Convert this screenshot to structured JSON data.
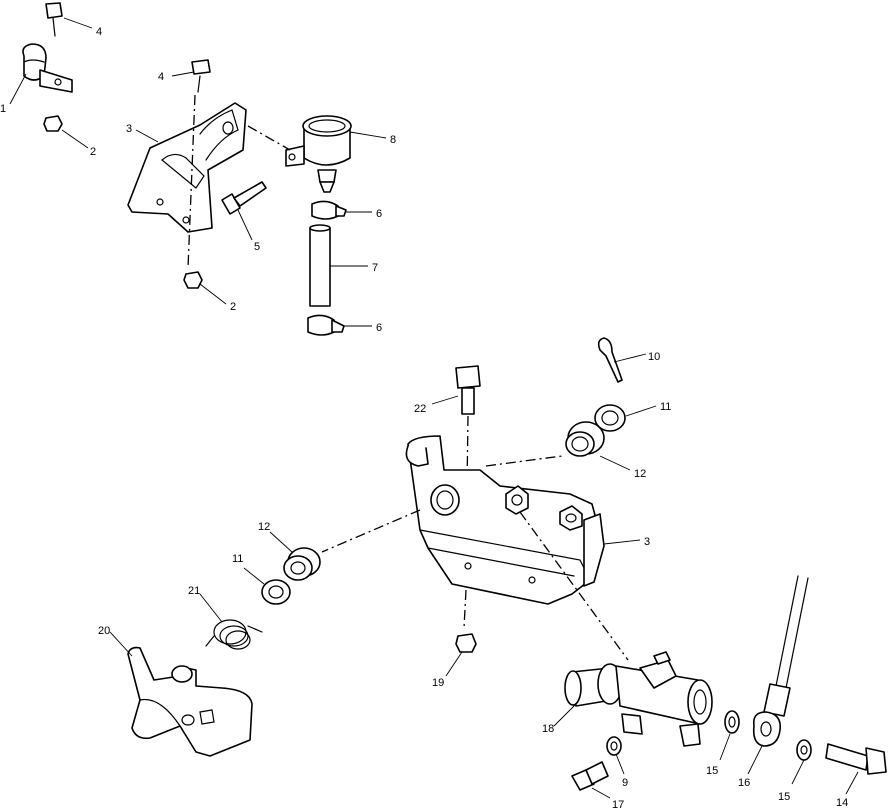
{
  "diagram": {
    "callouts": {
      "c1": "1",
      "c2a": "2",
      "c2b": "2",
      "c3a": "3",
      "c3b": "3",
      "c4a": "4",
      "c4b": "4",
      "c5": "5",
      "c6a": "6",
      "c6b": "6",
      "c7": "7",
      "c8": "8",
      "c9": "9",
      "c10": "10",
      "c11a": "11",
      "c11b": "11",
      "c12a": "12",
      "c12b": "12",
      "c14": "14",
      "c15a": "15",
      "c15b": "15",
      "c16": "16",
      "c17": "17",
      "c18": "18",
      "c19": "19",
      "c20": "20",
      "c21": "21",
      "c22": "22"
    }
  }
}
